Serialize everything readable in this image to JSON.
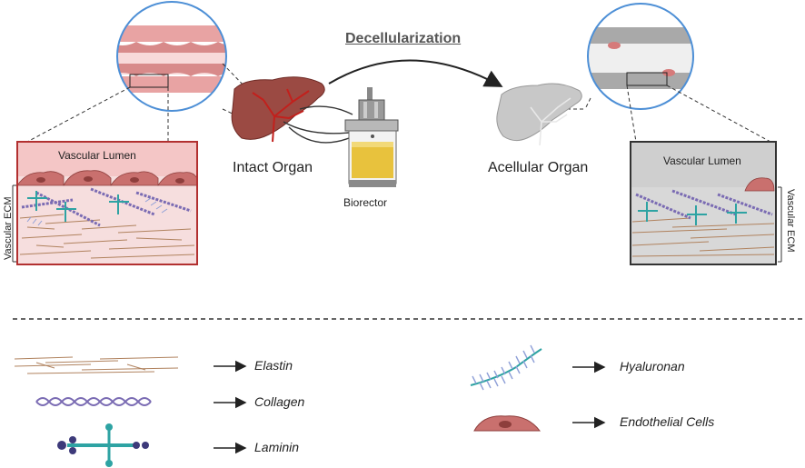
{
  "title": "Decellularization",
  "intact_label": "Intact Organ",
  "acellular_label": "Acellular Organ",
  "bioreactor_label": "Biorector",
  "left_box": {
    "lumen_label": "Vascular Lumen",
    "ecm_label": "Vascular ECM"
  },
  "right_box": {
    "lumen_label": "Vascular Lumen",
    "ecm_label": "Vascular ECM"
  },
  "legend": [
    {
      "label": "Elastin",
      "icon": "elastin-fiber-icon"
    },
    {
      "label": "Collagen",
      "icon": "collagen-helix-icon"
    },
    {
      "label": "Laminin",
      "icon": "laminin-cross-icon"
    },
    {
      "label": "Hyaluronan",
      "icon": "hyaluronan-branch-icon"
    },
    {
      "label": "Endothelial Cells",
      "icon": "endothelial-cell-icon"
    }
  ],
  "colors": {
    "tissue_pink": "#f2c4c4",
    "cell_red": "#c9706e",
    "frame_red": "#b23030",
    "decell_gray": "#bcbcbc",
    "collagen_purple": "#7a6bb3",
    "elastin_brown": "#b0825e",
    "laminin_teal": "#2ea3a3",
    "liver_red": "#9b4a43",
    "circle_blue": "#4d8fd6"
  }
}
